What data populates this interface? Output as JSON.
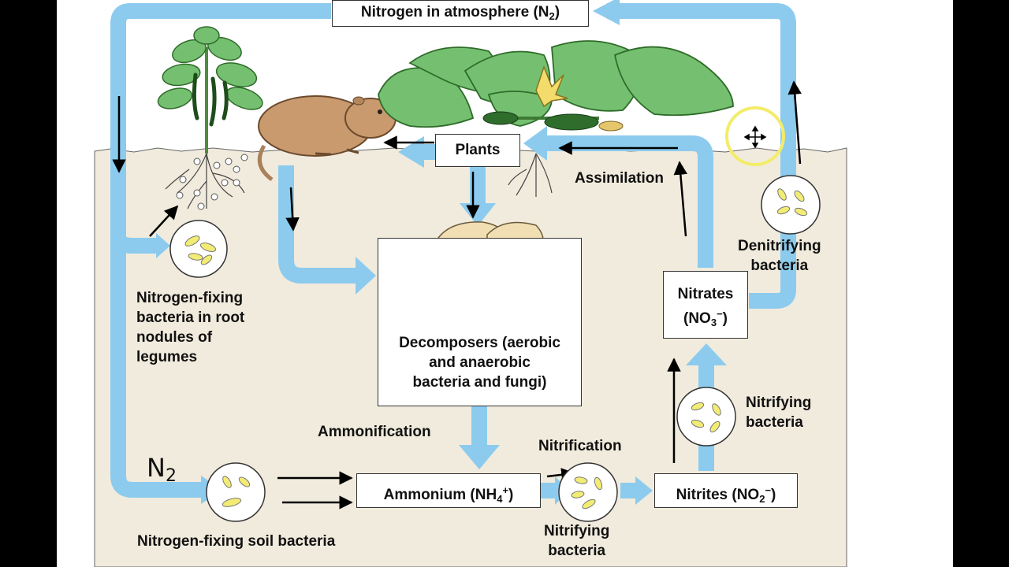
{
  "diagram": {
    "atmosphere": {
      "text": "Nitrogen in atmosphere (N",
      "sub": "2",
      "close": ")"
    },
    "plants": "Plants",
    "assimilation": "Assimilation",
    "denitrifying": [
      "Denitrifying",
      "bacteria"
    ],
    "nitrates": {
      "line1": "Nitrates",
      "open": "(NO",
      "sub": "3",
      "sup": "−",
      "close": ")"
    },
    "nitrogen_fixing_root": [
      "Nitrogen-fixing",
      "bacteria in root",
      "nodules of",
      "legumes"
    ],
    "decomposers": [
      "Decomposers (aerobic",
      "and anaerobic",
      "bacteria and fungi)"
    ],
    "ammonification": "Ammonification",
    "nitrification": "Nitrification",
    "nitrifying_right": [
      "Nitrifying",
      "bacteria"
    ],
    "nitrifying_bottom": [
      "Nitrifying",
      "bacteria"
    ],
    "ammonium": {
      "open": "Ammonium (NH",
      "sub": "4",
      "sup": "+",
      "close": ")"
    },
    "nitrites": {
      "open": "Nitrites (NO",
      "sub": "2",
      "sup": "−",
      "close": ")"
    },
    "n2_handwritten": {
      "main": "N",
      "sub": "2"
    },
    "soil_bacteria": "Nitrogen-fixing soil bacteria"
  },
  "colors": {
    "flow_arrow": "#8ccbee",
    "soil": "#f1ebdd",
    "sky": "#ffffff",
    "background": "#000000",
    "leaf": "#74c070",
    "cursor_highlight": "#f3ec6a"
  },
  "icons": [
    "move-cursor-icon"
  ]
}
